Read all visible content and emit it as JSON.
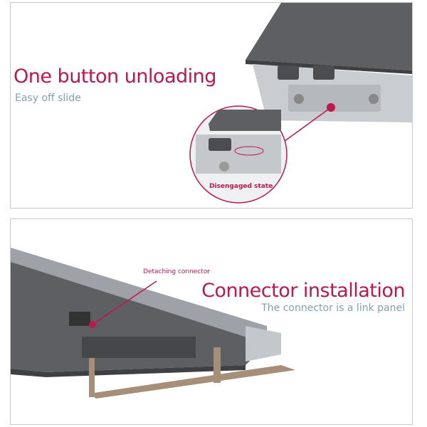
{
  "panel1": {
    "title": "One button unloading",
    "subtitle": "Easy off slide",
    "callout": "Disengaged state"
  },
  "panel2": {
    "title": "Connector installation",
    "subtitle": "The connector is a link panel",
    "callout": "Detaching connector"
  },
  "colors": {
    "accent": "#c0174a",
    "subtitle": "#7f9fc0",
    "metal": "#5a5c60"
  }
}
